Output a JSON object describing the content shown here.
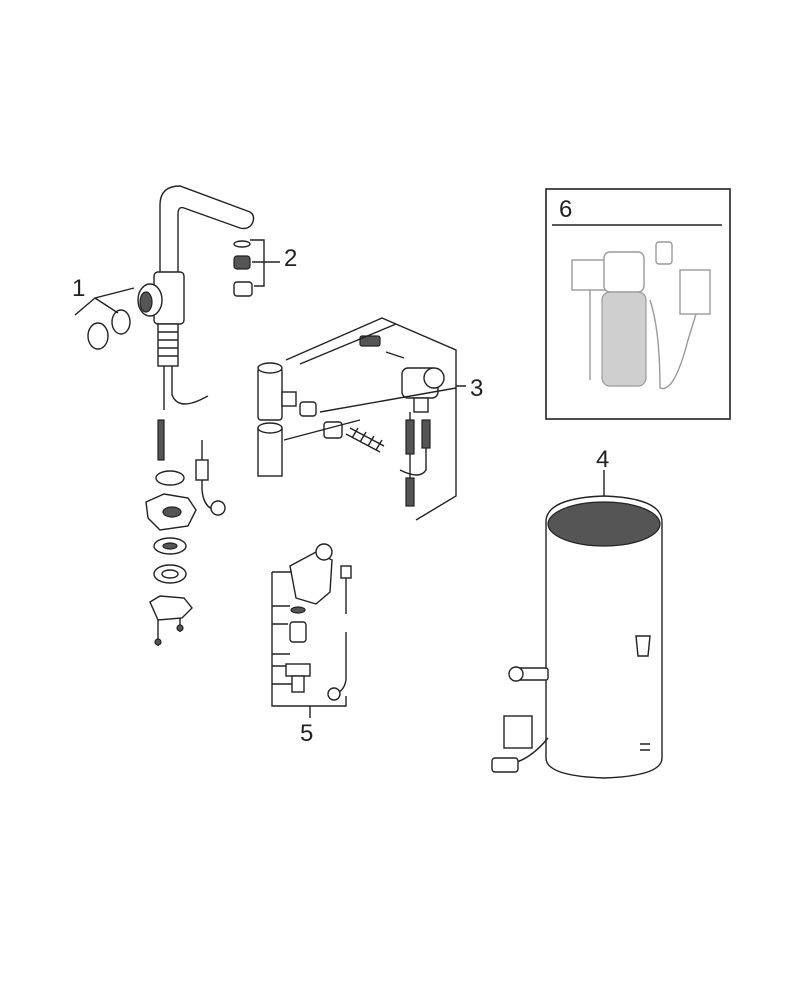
{
  "callouts": {
    "part_1": "1",
    "part_2": "2",
    "part_3": "3",
    "part_4": "4",
    "part_5": "5",
    "part_6": "6"
  },
  "colors": {
    "line": "#222222",
    "inset_line": "#9a9a9a",
    "background": "#ffffff"
  }
}
